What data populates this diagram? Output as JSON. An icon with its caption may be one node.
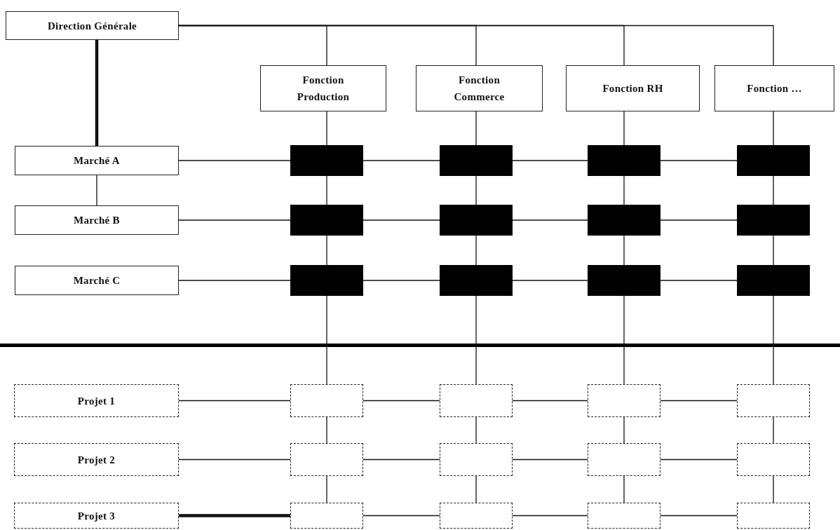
{
  "diagram": {
    "nodes": [
      {
        "text": [
          "Direction Générale"
        ]
      },
      {
        "text": [
          "Fonction Production"
        ]
      },
      {
        "text": [
          "Fonction Commerce"
        ]
      },
      {
        "text": [
          "Fonction RH"
        ]
      },
      {
        "text": [
          "Fonction …"
        ]
      },
      {
        "text": [
          "Marché A"
        ]
      },
      {
        "text": [
          "Marché B"
        ]
      },
      {
        "text": [
          "Marché C"
        ]
      },
      {
        "text": [],
        "shape": "box"
      },
      {
        "text": [],
        "shape": "box"
      },
      {
        "text": [],
        "shape": "box"
      },
      {
        "text": [],
        "shape": "box"
      },
      {
        "text": [],
        "shape": "box"
      },
      {
        "text": [],
        "shape": "box"
      },
      {
        "text": [],
        "shape": "box"
      },
      {
        "text": [],
        "shape": "box"
      },
      {
        "text": [],
        "shape": "box"
      },
      {
        "text": [],
        "shape": "box"
      },
      {
        "text": [],
        "shape": "box"
      },
      {
        "text": [],
        "shape": "box"
      },
      {
        "text": [
          "Projet 1"
        ]
      },
      {
        "text": [
          "Projet 2"
        ]
      },
      {
        "text": [
          "Projet 3"
        ]
      },
      {
        "text": [],
        "shape": "box"
      },
      {
        "text": [],
        "shape": "box"
      },
      {
        "text": [],
        "shape": "box"
      },
      {
        "text": [],
        "shape": "box"
      },
      {
        "text": [],
        "shape": "box"
      },
      {
        "text": [],
        "shape": "box"
      },
      {
        "text": [],
        "shape": "box"
      },
      {
        "text": [],
        "shape": "box"
      },
      {
        "text": [],
        "shape": "box"
      },
      {
        "text": [],
        "shape": "box"
      },
      {
        "text": [],
        "shape": "box"
      },
      {
        "text": [],
        "shape": "box"
      }
    ],
    "edges": [
      {
        "from": 0,
        "to": 1,
        "arrow": "none"
      },
      {
        "from": 0,
        "to": 2,
        "arrow": "none"
      },
      {
        "from": 0,
        "to": 3,
        "arrow": "none"
      },
      {
        "from": 0,
        "to": 4,
        "arrow": "none"
      },
      {
        "from": 0,
        "to": 5,
        "arrow": "none",
        "style": "thick"
      },
      {
        "from": 5,
        "to": 6,
        "arrow": "none"
      },
      {
        "from": 5,
        "to": 8,
        "arrow": "none"
      },
      {
        "from": 8,
        "to": 9,
        "arrow": "none"
      },
      {
        "from": 9,
        "to": 10,
        "arrow": "none"
      },
      {
        "from": 10,
        "to": 11,
        "arrow": "none"
      },
      {
        "from": 6,
        "to": 12,
        "arrow": "none"
      },
      {
        "from": 12,
        "to": 13,
        "arrow": "none"
      },
      {
        "from": 13,
        "to": 14,
        "arrow": "none"
      },
      {
        "from": 14,
        "to": 15,
        "arrow": "none"
      },
      {
        "from": 7,
        "to": 16,
        "arrow": "none"
      },
      {
        "from": 16,
        "to": 17,
        "arrow": "none"
      },
      {
        "from": 17,
        "to": 18,
        "arrow": "none"
      },
      {
        "from": 18,
        "to": 19,
        "arrow": "none"
      },
      {
        "from": 1,
        "to": 8,
        "arrow": "none"
      },
      {
        "from": 8,
        "to": 12,
        "arrow": "none"
      },
      {
        "from": 12,
        "to": 16,
        "arrow": "none"
      },
      {
        "from": 16,
        "to": 23,
        "arrow": "none"
      },
      {
        "from": 2,
        "to": 9,
        "arrow": "none"
      },
      {
        "from": 9,
        "to": 13,
        "arrow": "none"
      },
      {
        "from": 13,
        "to": 17,
        "arrow": "none"
      },
      {
        "from": 17,
        "to": 24,
        "arrow": "none"
      },
      {
        "from": 3,
        "to": 10,
        "arrow": "none"
      },
      {
        "from": 10,
        "to": 14,
        "arrow": "none"
      },
      {
        "from": 14,
        "to": 18,
        "arrow": "none"
      },
      {
        "from": 18,
        "to": 25,
        "arrow": "none"
      },
      {
        "from": 4,
        "to": 11,
        "arrow": "none"
      },
      {
        "from": 11,
        "to": 15,
        "arrow": "none"
      },
      {
        "from": 15,
        "to": 19,
        "arrow": "none"
      },
      {
        "from": 19,
        "to": 26,
        "arrow": "none"
      },
      {
        "from": 20,
        "to": 23,
        "arrow": "none"
      },
      {
        "from": 23,
        "to": 24,
        "arrow": "none"
      },
      {
        "from": 24,
        "to": 25,
        "arrow": "none"
      },
      {
        "from": 25,
        "to": 26,
        "arrow": "none"
      },
      {
        "from": 21,
        "to": 27,
        "arrow": "none"
      },
      {
        "from": 27,
        "to": 28,
        "arrow": "none"
      },
      {
        "from": 28,
        "to": 29,
        "arrow": "none"
      },
      {
        "from": 29,
        "to": 30,
        "arrow": "none"
      },
      {
        "from": 22,
        "to": 31,
        "arrow": "none",
        "style": "thick"
      },
      {
        "from": 31,
        "to": 32,
        "arrow": "none"
      },
      {
        "from": 32,
        "to": 33,
        "arrow": "none"
      },
      {
        "from": 33,
        "to": 34,
        "arrow": "none"
      },
      {
        "from": 23,
        "to": 27,
        "arrow": "none"
      },
      {
        "from": 27,
        "to": 31,
        "arrow": "none"
      },
      {
        "from": 24,
        "to": 28,
        "arrow": "none"
      },
      {
        "from": 28,
        "to": 32,
        "arrow": "none"
      },
      {
        "from": 25,
        "to": 29,
        "arrow": "none"
      },
      {
        "from": 29,
        "to": 33,
        "arrow": "none"
      },
      {
        "from": 26,
        "to": 30,
        "arrow": "none"
      },
      {
        "from": 30,
        "to": 34,
        "arrow": "none"
      }
    ]
  }
}
